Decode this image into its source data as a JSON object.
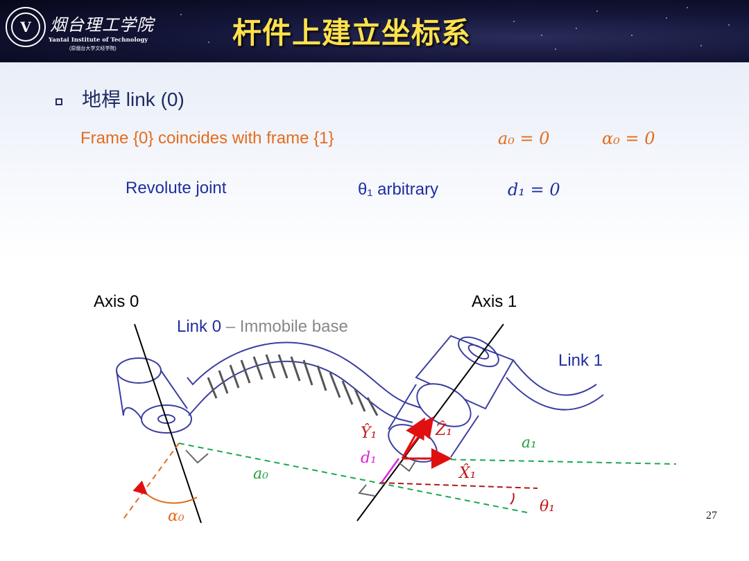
{
  "header": {
    "logo_cn": "烟台理工学院",
    "logo_en": "Yantai Institute of Technology",
    "logo_sub": "(原烟台大学文经学院)",
    "logo_mark": "V",
    "title": "杆件上建立坐标系"
  },
  "bullet": {
    "text": "地桿 link (0)"
  },
  "row1": {
    "frame_text": "Frame {0} coincides with frame {1}",
    "a0_eq": "a₀ = 0",
    "alpha0_eq": "α₀ = 0"
  },
  "row2": {
    "revolute": "Revolute joint",
    "theta1_text": "θ₁ arbitrary",
    "d1_eq": "d₁ = 0"
  },
  "diagram": {
    "axis0": "Axis 0",
    "axis1": "Axis 1",
    "link0": "Link 0",
    "dash": " – ",
    "link0_desc": "Immobile base",
    "link1": "Link 1",
    "Y1": "Ŷ₁",
    "Z1": "Ẑ₁",
    "X1": "X̂₁",
    "d1": "d₁",
    "a1": "a₁",
    "a0": "a₀",
    "alpha0": "α₀",
    "theta1": "θ₁"
  },
  "colors": {
    "title": "#ffe14d",
    "bullet_text": "#1f2a63",
    "orange": "#e36c1d",
    "blue_text": "#1e2fa0",
    "link_outline": "#3a3ea0",
    "green_dash": "#1aa850",
    "red_dash": "#b01818",
    "red_arrow": "#e01010",
    "magenta": "#e020e0",
    "green_text": "#2aa040",
    "red_text": "#c01818"
  },
  "page_number": "27"
}
